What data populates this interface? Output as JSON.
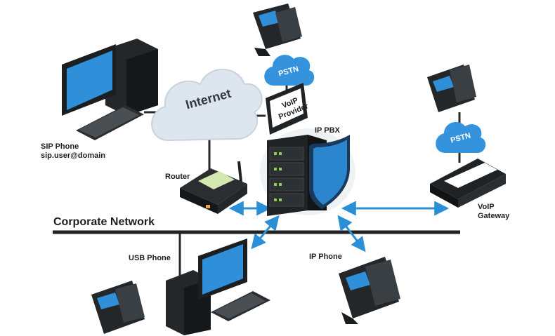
{
  "labels": {
    "internet": "Internet",
    "pstn_top": "PSTN",
    "pstn_right": "PSTN",
    "voip_provider_line1": "VoIP",
    "voip_provider_line2": "Provider",
    "ip_pbx": "IP PBX",
    "sip_phone_line1": "SIP Phone",
    "sip_phone_line2": "sip.user@domain",
    "router": "Router",
    "corporate_network": "Corporate Network",
    "voip_gateway_line1": "VoIP",
    "voip_gateway_line2": "Gateway",
    "usb_phone": "USB Phone",
    "ip_phone": "IP Phone"
  },
  "colors": {
    "screen_blue": "#2f8fd8",
    "cloud_light": "#dde6ee",
    "pstn_blue": "#3592dc",
    "shield_blue": "#2b86cf",
    "arrow_blue": "#2a8fd6",
    "device_dark": "#1f2326",
    "line_dark": "#2a2a2a"
  }
}
